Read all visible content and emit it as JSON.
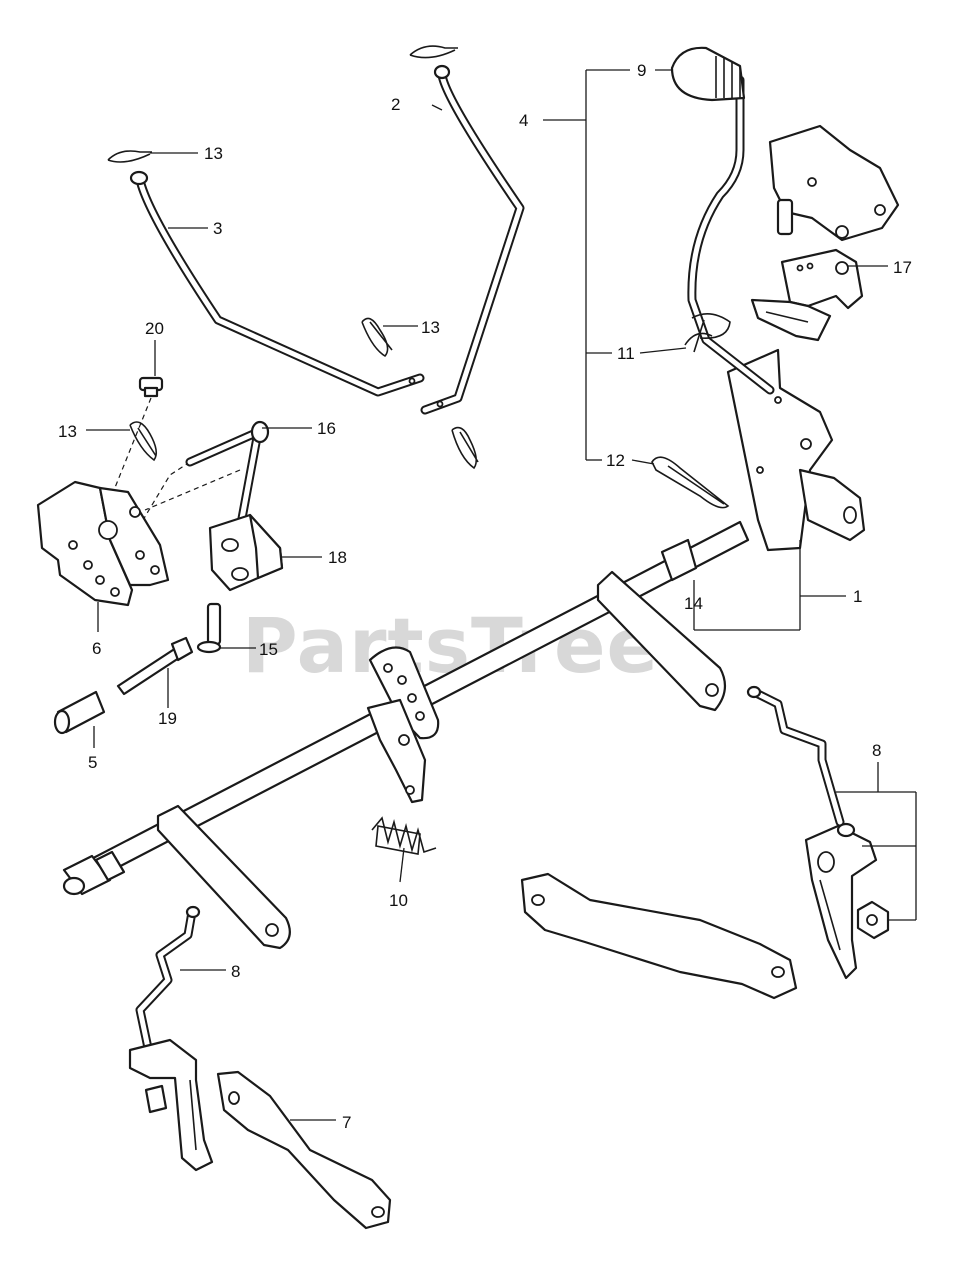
{
  "watermark": "PartsTree",
  "callouts": [
    {
      "id": "c1",
      "text": "1"
    },
    {
      "id": "c2",
      "text": "2"
    },
    {
      "id": "c3",
      "text": "3"
    },
    {
      "id": "c4",
      "text": "4"
    },
    {
      "id": "c5",
      "text": "5"
    },
    {
      "id": "c6",
      "text": "6"
    },
    {
      "id": "c7",
      "text": "7"
    },
    {
      "id": "c8a",
      "text": "8"
    },
    {
      "id": "c8b",
      "text": "8"
    },
    {
      "id": "c9",
      "text": "9"
    },
    {
      "id": "c10",
      "text": "10"
    },
    {
      "id": "c11",
      "text": "11"
    },
    {
      "id": "c12",
      "text": "12"
    },
    {
      "id": "c13a",
      "text": "13"
    },
    {
      "id": "c13b",
      "text": "13"
    },
    {
      "id": "c13c",
      "text": "13"
    },
    {
      "id": "c14",
      "text": "14"
    },
    {
      "id": "c15",
      "text": "15"
    },
    {
      "id": "c16",
      "text": "16"
    },
    {
      "id": "c17",
      "text": "17"
    },
    {
      "id": "c18",
      "text": "18"
    },
    {
      "id": "c19",
      "text": "19"
    },
    {
      "id": "c20",
      "text": "20"
    }
  ]
}
